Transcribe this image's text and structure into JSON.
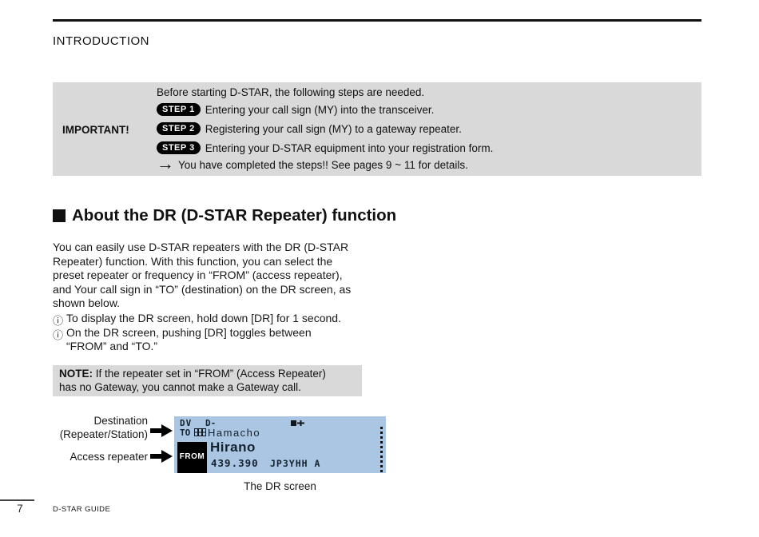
{
  "header": {
    "title": "INTRODUCTION"
  },
  "important_box": {
    "label": "IMPORTANT!",
    "intro": "Before starting D-STAR, the following steps are needed.",
    "steps": [
      {
        "badge": "STEP 1",
        "text": "Entering your call sign (MY) into the transceiver."
      },
      {
        "badge": "STEP 2",
        "text": "Registering your call sign (MY) to a gateway repeater."
      },
      {
        "badge": "STEP 3",
        "text": "Entering your D-STAR equipment into your registration form."
      }
    ],
    "arrow_icon": "→",
    "completion": "You have completed the steps!!  See pages 9 ~ 11 for details."
  },
  "section": {
    "heading": "About the DR (D-STAR Repeater) function",
    "paragraph": [
      "You can easily use D-STAR repeaters with the DR (D-STAR",
      "Repeater) function. With this function, you can select the",
      "preset repeater or frequency in “FROM” (access repeater),",
      "and Your call sign in “TO” (destination) on the DR screen, as",
      "shown below."
    ],
    "info_icon": "ⓘ",
    "info_notes": [
      "To display the DR screen, hold down [DR] for 1 second.",
      "On the DR screen, pushing [DR] toggles between",
      "“FROM” and “TO.”"
    ],
    "note_box": {
      "label": "NOTE:",
      "line1": " If the repeater set in “FROM” (Access Repeater)",
      "line2": "has no Gateway, you cannot make a Gateway call."
    }
  },
  "diagram": {
    "destination_label_line1": "Destination",
    "destination_label_line2": "(Repeater/Station)",
    "access_repeater_label": "Access repeater",
    "screen": {
      "mode": "DV",
      "mode2": "D-",
      "to_label": "TO",
      "to_value": "Hamacho",
      "from_label": "FROM",
      "repeater_name": "Hirano",
      "frequency": "439.390",
      "callsign": "JP3YHH A"
    },
    "caption": "The DR screen"
  },
  "footer": {
    "page_number": "7",
    "doc_title": "D-STAR GUIDE"
  },
  "colors": {
    "box_gray": "#d9d9d9",
    "screen_blue": "#aac6e2",
    "ink": "#111111"
  }
}
